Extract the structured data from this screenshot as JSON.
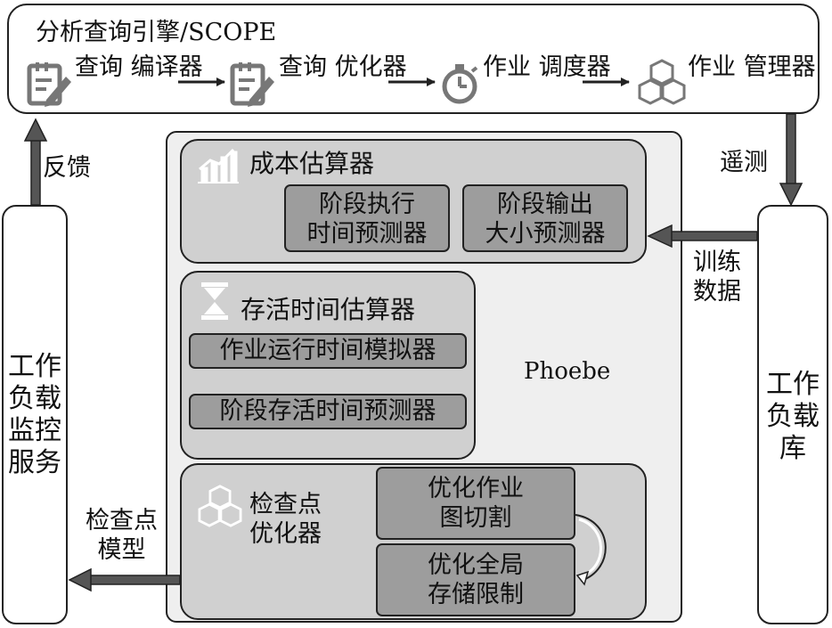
{
  "scope": {
    "title": "分析查询引擎/SCOPE",
    "stages": [
      {
        "label": "查询\n编译器",
        "icon": "notepad-pencil-icon"
      },
      {
        "label": "查询\n优化器",
        "icon": "notepad-pencil-icon"
      },
      {
        "label": "作业\n调度器",
        "icon": "stopwatch-icon"
      },
      {
        "label": "作业\n管理器",
        "icon": "cubes-icon"
      }
    ]
  },
  "left_column": {
    "label": "工作\n负载\n监控\n服务"
  },
  "right_column": {
    "label": "工作\n负载\n库"
  },
  "edge_labels": {
    "feedback": "反馈",
    "telemetry": "遥测",
    "training_data": "训练\n数据",
    "checkpoint_model": "检查点\n模型"
  },
  "phoebe": {
    "name": "Phoebe",
    "cost_estimator": {
      "title": "成本估算器",
      "icon": "chart-icon",
      "items": [
        "阶段执行\n时间预测器",
        "阶段输出\n大小预测器"
      ]
    },
    "ttl_estimator": {
      "title": "存活时间估算器",
      "icon": "hourglass-icon",
      "items": [
        "作业运行时间模拟器",
        "阶段存活时间预测器"
      ]
    },
    "checkpoint_optimizer": {
      "title": "检查点\n优化器",
      "icon": "cubes-icon",
      "items": [
        "优化作业\n图切割",
        "优化全局\n存储限制"
      ]
    }
  },
  "colors": {
    "panel_fill": "#d0d0d0",
    "box_fill": "#9d9d9d",
    "arrow": "#555555",
    "outer_fill": "#efefef"
  }
}
